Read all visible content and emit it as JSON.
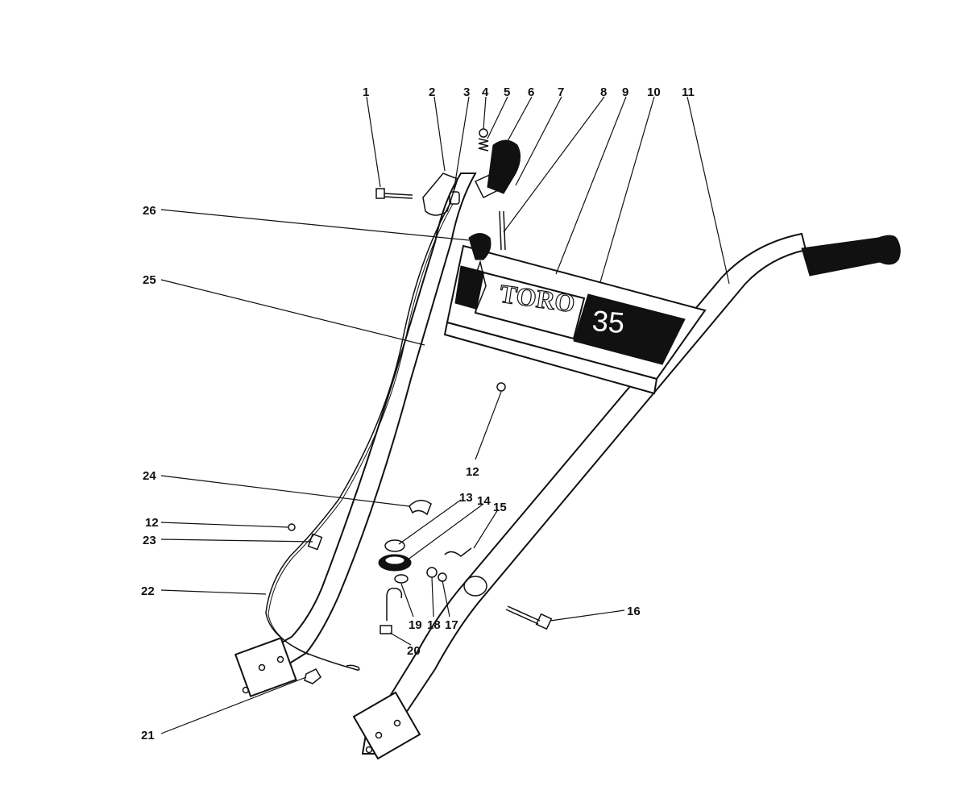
{
  "brand": "TORO",
  "model_number": "35",
  "callouts": [
    {
      "id": "c1",
      "label": "1"
    },
    {
      "id": "c2",
      "label": "2"
    },
    {
      "id": "c3",
      "label": "3"
    },
    {
      "id": "c4",
      "label": "4"
    },
    {
      "id": "c5",
      "label": "5"
    },
    {
      "id": "c6",
      "label": "6"
    },
    {
      "id": "c7",
      "label": "7"
    },
    {
      "id": "c8",
      "label": "8"
    },
    {
      "id": "c9",
      "label": "9"
    },
    {
      "id": "c10",
      "label": "10"
    },
    {
      "id": "c11",
      "label": "11"
    },
    {
      "id": "c12a",
      "label": "12"
    },
    {
      "id": "c12b",
      "label": "12"
    },
    {
      "id": "c13",
      "label": "13"
    },
    {
      "id": "c14",
      "label": "14"
    },
    {
      "id": "c15",
      "label": "15"
    },
    {
      "id": "c16",
      "label": "16"
    },
    {
      "id": "c17",
      "label": "17"
    },
    {
      "id": "c18",
      "label": "18"
    },
    {
      "id": "c19",
      "label": "19"
    },
    {
      "id": "c20",
      "label": "20"
    },
    {
      "id": "c21",
      "label": "21"
    },
    {
      "id": "c22",
      "label": "22"
    },
    {
      "id": "c23",
      "label": "23"
    },
    {
      "id": "c24",
      "label": "24"
    },
    {
      "id": "c25",
      "label": "25"
    },
    {
      "id": "c26",
      "label": "26"
    }
  ]
}
